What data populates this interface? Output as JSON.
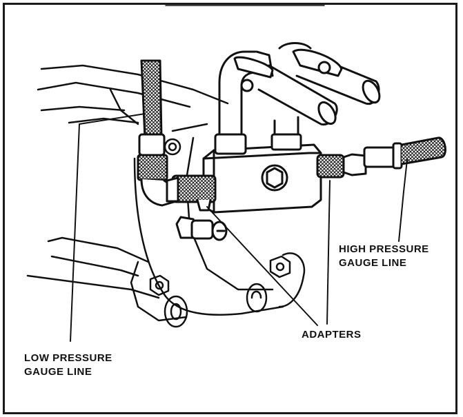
{
  "labels": {
    "high_pressure": "HIGH PRESSURE\nGAUGE LINE",
    "adapters": "ADAPTERS",
    "low_pressure": "LOW PRESSURE\nGAUGE LINE"
  },
  "colors": {
    "ink": "#111111",
    "paper": "#ffffff",
    "frame": "#1a1a1a"
  }
}
